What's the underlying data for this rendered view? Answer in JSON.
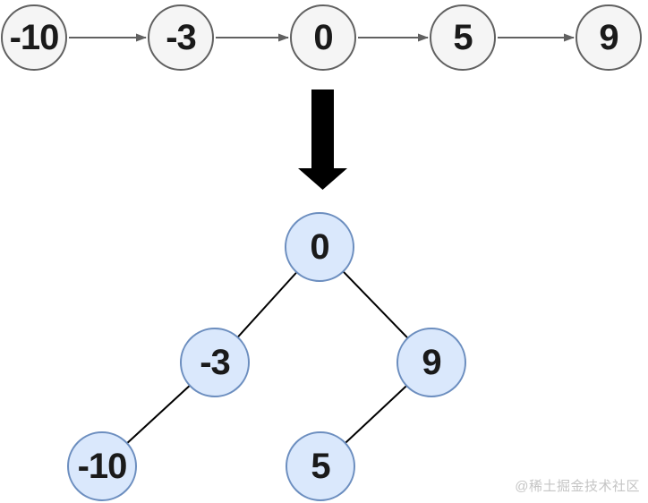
{
  "diagram": {
    "linked_list": {
      "nodes": [
        {
          "value": "-10"
        },
        {
          "value": "-3"
        },
        {
          "value": "0"
        },
        {
          "value": "5"
        },
        {
          "value": "9"
        }
      ]
    },
    "transform_arrow": {
      "direction": "down"
    },
    "tree": {
      "nodes": [
        {
          "value": "0"
        },
        {
          "value": "-3"
        },
        {
          "value": "9"
        },
        {
          "value": "-10"
        },
        {
          "value": "5"
        }
      ],
      "edges": [
        {
          "from": "0",
          "to": "-3"
        },
        {
          "from": "0",
          "to": "9"
        },
        {
          "from": "-3",
          "to": "-10"
        },
        {
          "from": "9",
          "to": "5"
        }
      ]
    }
  },
  "watermark": {
    "text": "@稀土掘金技术社区"
  },
  "colors": {
    "list_node_fill": "#f5f5f5",
    "list_node_border": "#616161",
    "list_arrow": "#616161",
    "tree_node_fill": "#dae8fc",
    "tree_node_border": "#6c8ebf",
    "tree_edge": "#000000",
    "big_arrow": "#000000",
    "node_text": "#1a1a1a",
    "watermark_text": "#c5c5c5"
  }
}
